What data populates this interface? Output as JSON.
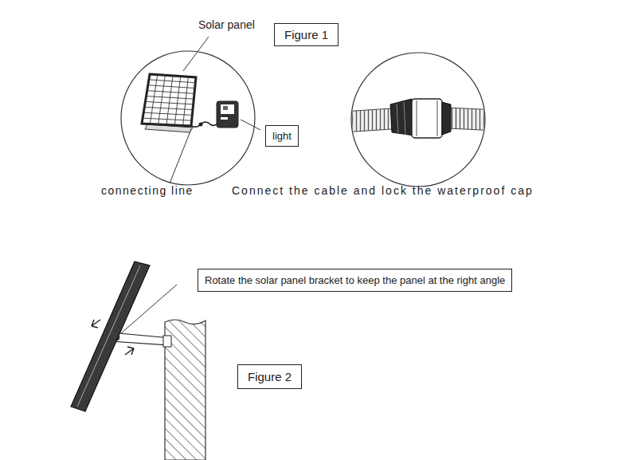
{
  "diagram": {
    "nodes": [
      {
        "text": [
          "Figure 1"
        ]
      },
      {
        "text": [
          "light"
        ]
      },
      {
        "text": [
          "Rotate the solar panel bracket to keep the panel at the right angle"
        ]
      },
      {
        "text": [
          "Figure 2"
        ]
      }
    ],
    "labels": [
      "Solar panel",
      "connecting line",
      "Connect the cable and lock the waterproof cap"
    ]
  }
}
